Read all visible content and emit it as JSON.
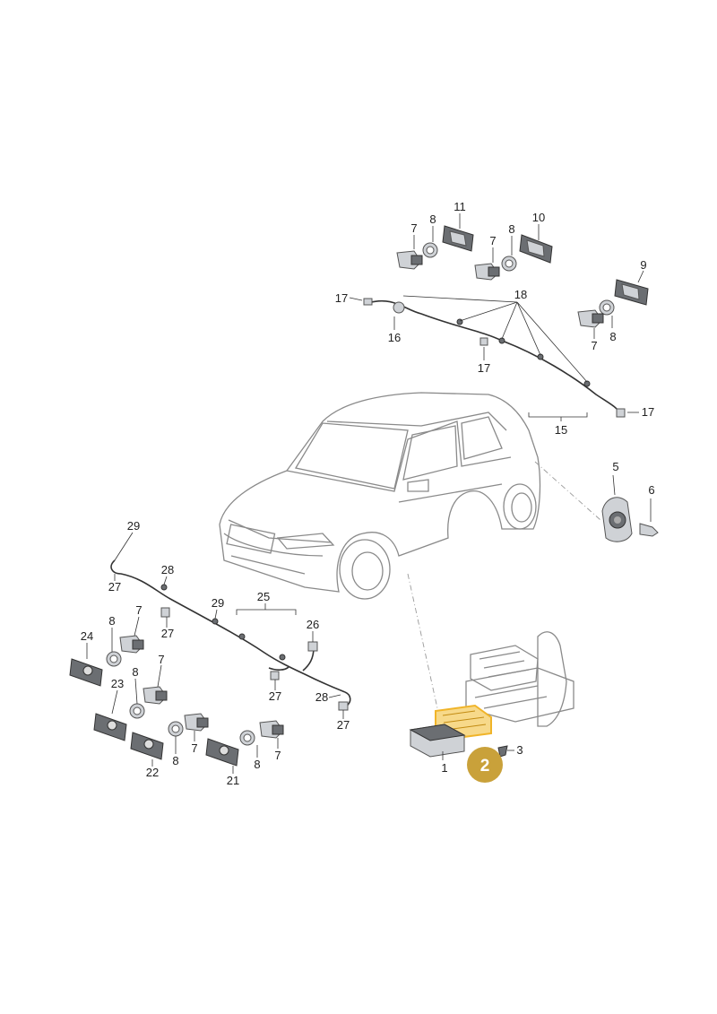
{
  "labels": {
    "l11": "11",
    "l10": "10",
    "l9": "9",
    "l7a": "7",
    "l8a": "8",
    "l7b": "7",
    "l8b": "8",
    "l7c": "7",
    "l8c": "8",
    "l17a": "17",
    "l18": "18",
    "l16": "16",
    "l17b": "17",
    "l17c": "17",
    "l15": "15",
    "l5": "5",
    "l6": "6",
    "l29a": "29",
    "l27a": "27",
    "l28a": "28",
    "l27b": "27",
    "l29b": "29",
    "l25": "25",
    "l26": "26",
    "l27c": "27",
    "l28b": "28",
    "l27d": "27",
    "l24": "24",
    "l8d": "8",
    "l7d": "7",
    "l23": "23",
    "l8e": "8",
    "l7e": "7",
    "l22": "22",
    "l8f": "8",
    "l7f": "7",
    "l21": "21",
    "l8g": "8",
    "l7g": "7",
    "l1": "1",
    "l3": "3",
    "badge": "2"
  },
  "colors": {
    "highlight": "#f0b429",
    "badge": "#c9a13a",
    "badge_text": "#ffffff"
  }
}
